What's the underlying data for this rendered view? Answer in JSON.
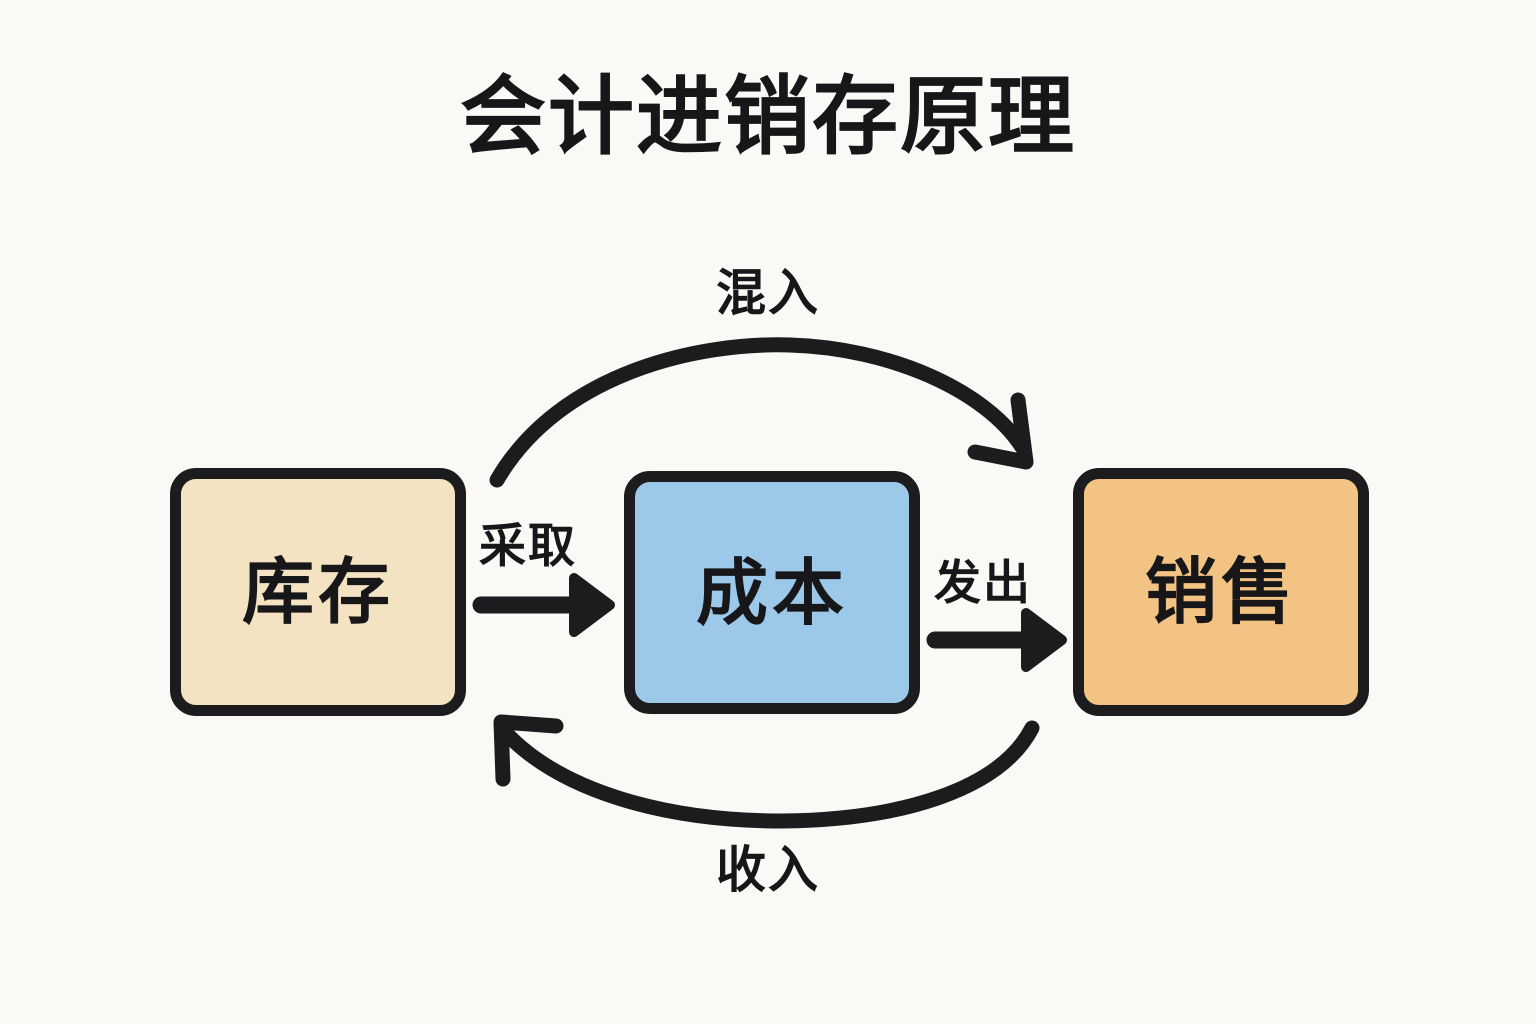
{
  "title": "会计进销存原理",
  "canvas": {
    "background_color": "#faf9f5",
    "stroke_color": "#1c1c1f",
    "text_color": "#17171a"
  },
  "nodes": [
    {
      "id": "inventory",
      "label": "库存",
      "fill_color": "#f3e3c3"
    },
    {
      "id": "cost",
      "label": "成本",
      "fill_color": "#9cc9ea"
    },
    {
      "id": "sales",
      "label": "销售",
      "fill_color": "#f3c384"
    }
  ],
  "edges": [
    {
      "id": "adopt",
      "label": "采取",
      "from": "inventory",
      "to": "cost",
      "shape": "straight-arrow",
      "direction": "right"
    },
    {
      "id": "issue",
      "label": "发出",
      "from": "cost",
      "to": "sales",
      "shape": "straight-arrow",
      "direction": "right"
    },
    {
      "id": "top-arc",
      "label": "混入",
      "from": "inventory",
      "to": "sales",
      "shape": "arc-over",
      "direction": "right"
    },
    {
      "id": "bottom-arc",
      "label": "收入",
      "from": "sales",
      "to": "inventory",
      "shape": "arc-under",
      "direction": "left"
    }
  ],
  "chart_data": {
    "type": "diagram",
    "title": "会计进销存原理",
    "diagram_kind": "flow",
    "nodes": [
      "库存",
      "成本",
      "销售"
    ],
    "edge_labels": [
      "采取",
      "发出",
      "混入",
      "收入"
    ],
    "flows": [
      {
        "source": "库存",
        "target": "成本",
        "label": "采取"
      },
      {
        "source": "成本",
        "target": "销售",
        "label": "发出"
      },
      {
        "source": "库存",
        "target": "销售",
        "label": "混入"
      },
      {
        "source": "销售",
        "target": "库存",
        "label": "收入"
      }
    ]
  }
}
